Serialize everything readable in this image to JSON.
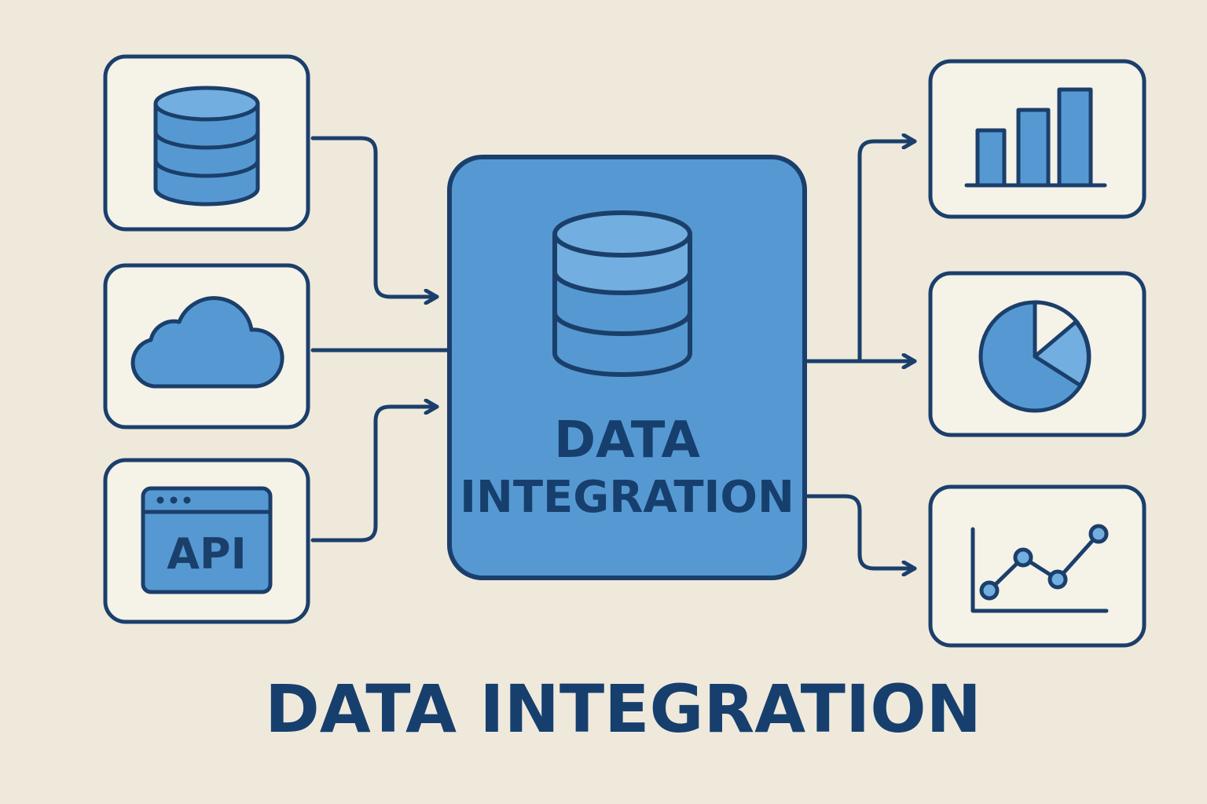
{
  "hub": {
    "title_line1": "DATA",
    "title_line2": "INTEGRATION"
  },
  "sources": [
    {
      "icon": "database-icon",
      "label": ""
    },
    {
      "icon": "cloud-icon",
      "label": ""
    },
    {
      "icon": "api-window-icon",
      "label": "API"
    }
  ],
  "outputs": [
    {
      "icon": "bar-chart-icon"
    },
    {
      "icon": "pie-chart-icon"
    },
    {
      "icon": "line-chart-icon"
    }
  ],
  "caption": "DATA INTEGRATION",
  "colors": {
    "background": "#efe9dc",
    "card": "#f5f2e8",
    "stroke": "#1b3f6b",
    "blue": "#5699d2",
    "light_blue": "#72aee0",
    "title": "#173f6e"
  }
}
